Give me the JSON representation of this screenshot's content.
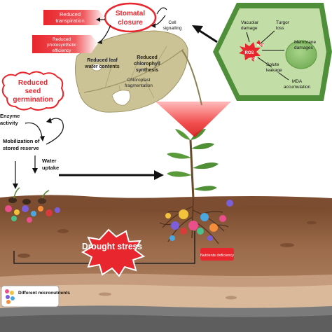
{
  "labels": {
    "reduced_transpiration": "Reduced transpiration",
    "reduced_photosynthetic": "Reduced photosynthetic efficiency",
    "stomatal_closure": "Stomatal closure",
    "cell_signalling": "Cell signalling",
    "reduced_leaf_water": "Reduced leaf water contents",
    "reduced_chlorophyll": "Reduced chlorophyll synthesis",
    "chloroplast_fragmentation": "Chloroplast fragmentation",
    "vacuolar_damage": "Vacuolar damage",
    "turgor_loss": "Turgor loss",
    "membrane_damages": "Membrane damages",
    "ros": "ROS",
    "solute_leakage": "Solute leakage",
    "mda_accumulation": "MDA accumulation",
    "reduced_seed_germination": "Reduced seed germination",
    "enzyme_activity": "Enzyme activity",
    "mobilization": "Mobilization of stored reserve",
    "water_uptake": "Water uptake",
    "drought_stress": "Drought stress",
    "nutrients_deficiency": "Nutrients deficiency",
    "different_micronutrients": "Different micronutrients"
  },
  "colors": {
    "red_label": "#e8262d",
    "leaf": "#c9c394",
    "cell_wall": "#4f8f3a",
    "cell_inner": "#b8d89a",
    "soil_top": "#8a5a3c",
    "soil_mid": "#b58a6a",
    "soil_deep": "#d6b596",
    "bedrock": "#6e6e6e"
  }
}
